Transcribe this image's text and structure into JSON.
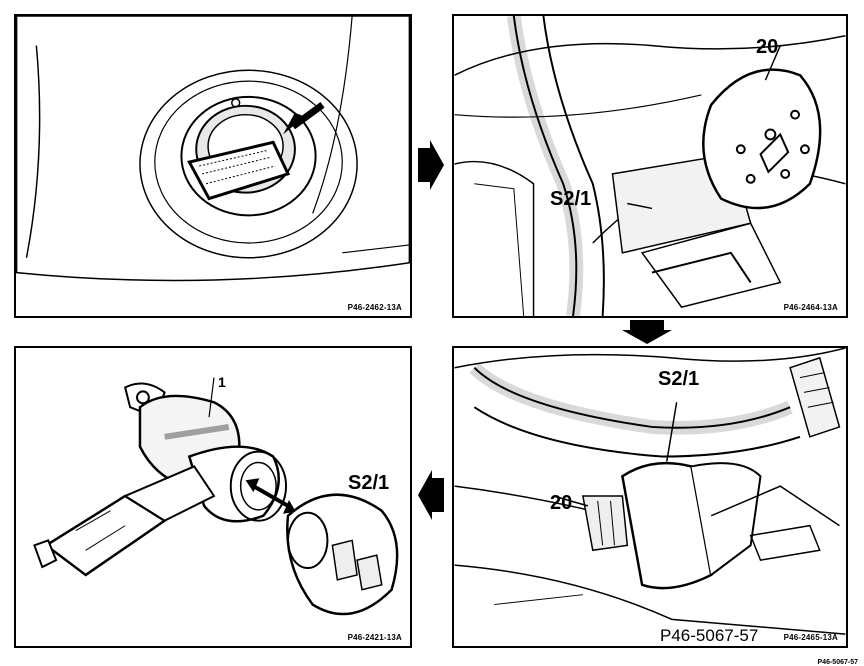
{
  "panels": {
    "p1": {
      "code": "P46-2462-13A"
    },
    "p2": {
      "code": "P46-2464-13A",
      "labels": {
        "part": "20",
        "switch": "S2/1"
      }
    },
    "p3": {
      "code": "P46-2421-13A",
      "labels": {
        "part": "1",
        "switch": "S2/1"
      }
    },
    "p4": {
      "code": "P46-2465-13A",
      "labels": {
        "switch": "S2/1",
        "part": "20"
      },
      "watermark": "P46-5067-57"
    }
  },
  "figure_code": "P46-5067-57"
}
